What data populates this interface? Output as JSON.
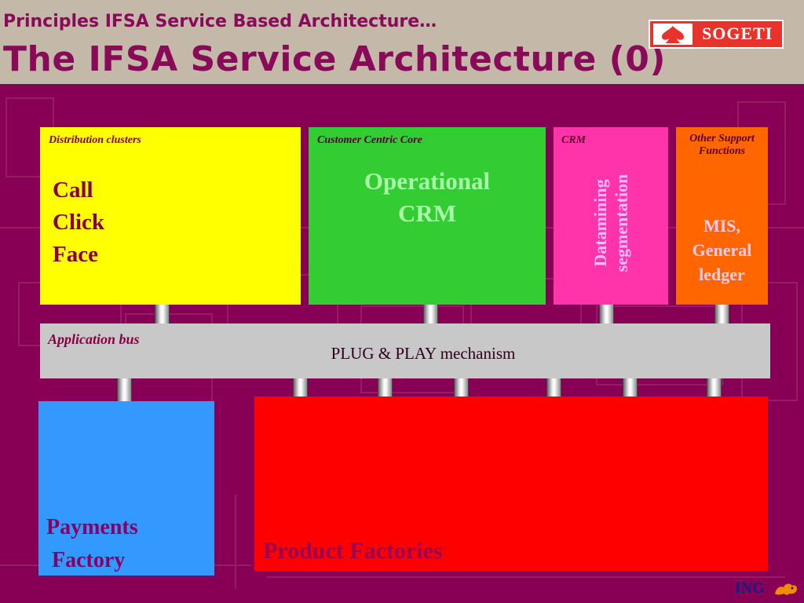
{
  "header": {
    "subtitle": "Principles IFSA Service Based Architecture…",
    "title": "The IFSA Service Architecture (0)",
    "logo_text": "SOGETI"
  },
  "boxes": {
    "distribution": {
      "label": "Distribution clusters",
      "channels": [
        "Call",
        "Click",
        "Face"
      ],
      "color": "#ffff00"
    },
    "core": {
      "label": "Customer Centric Core",
      "lines": [
        "Operational",
        "CRM"
      ],
      "color": "#33cc33"
    },
    "crm": {
      "label": "CRM",
      "lines": [
        "Datamining",
        "segmentation"
      ],
      "color": "#ff33aa"
    },
    "other": {
      "label": "Other Support Functions",
      "lines": [
        "MIS,",
        "General",
        "ledger"
      ],
      "color": "#ff6600"
    }
  },
  "bus": {
    "label": "Application bus",
    "text": "PLUG & PLAY mechanism",
    "color": "#c8c8c8"
  },
  "payments": {
    "label": "Payments\n Factory",
    "color": "#3399ff"
  },
  "products": {
    "label": "Product Factories",
    "color": "#ff0000"
  },
  "footer": {
    "brand": "ING",
    "brand_icon": "lion-icon"
  },
  "colors": {
    "background": "#880055",
    "header_bg": "#c4b8a9",
    "title": "#8a0a5a"
  }
}
